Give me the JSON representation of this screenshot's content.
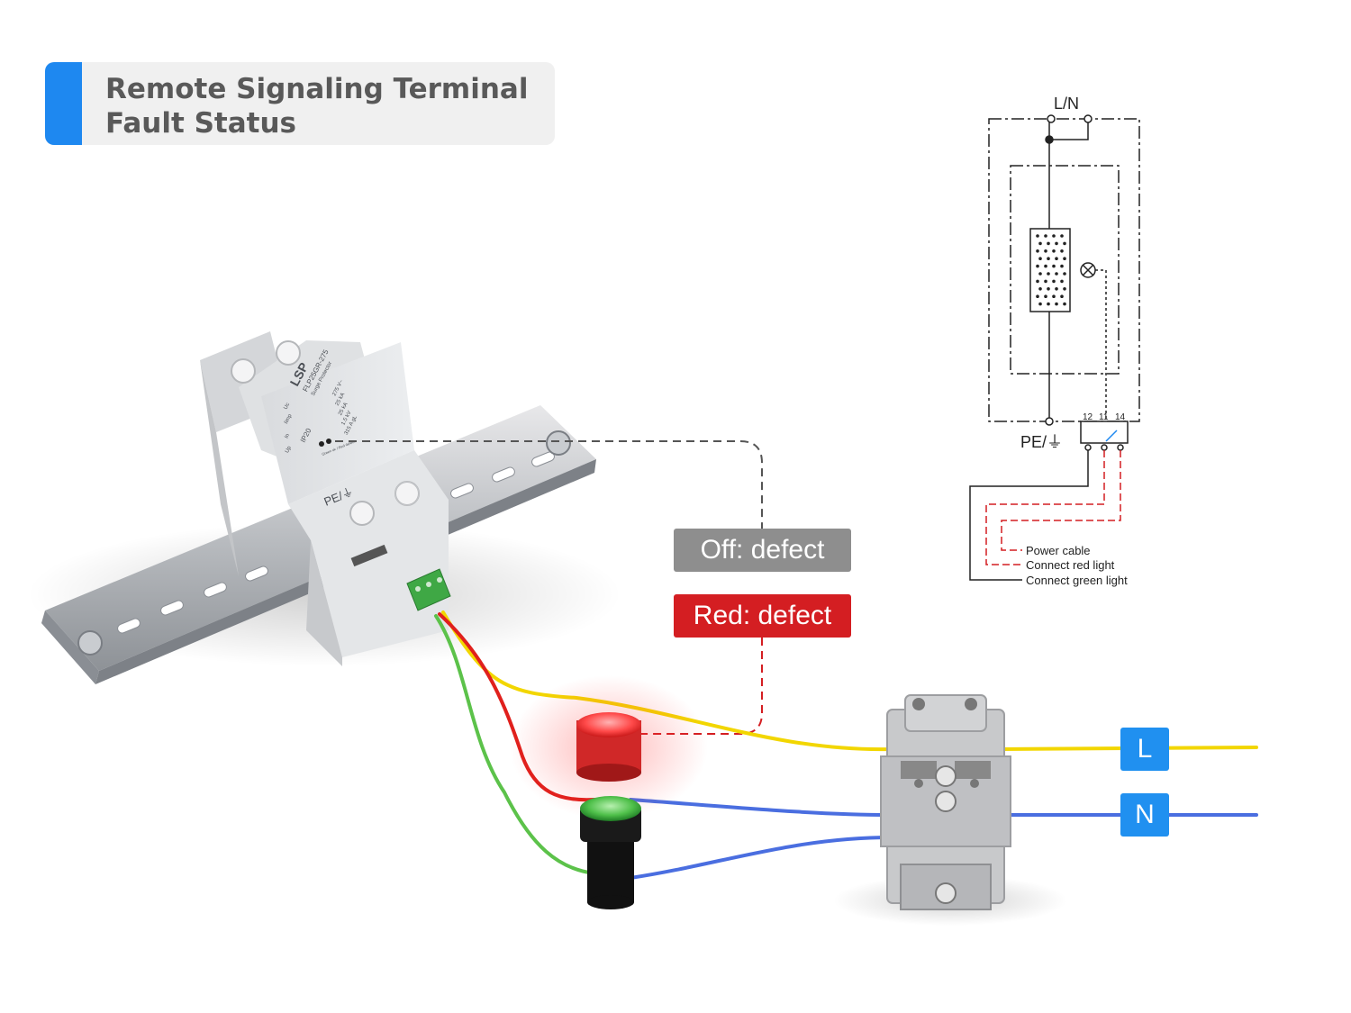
{
  "title": {
    "line1": "Remote Signaling Terminal",
    "line2": "Fault Status"
  },
  "status": {
    "off": "Off: defect",
    "red": "Red: defect"
  },
  "lines": {
    "l": "L",
    "n": "N"
  },
  "device": {
    "brand": "LSP",
    "model": "FLP25GR-275",
    "subtitle": "Surge Protector",
    "spec_keys": [
      "Uc",
      "Iimp",
      "In",
      "Up"
    ],
    "spec_values": [
      "275 V~",
      "25 kA",
      "25 kA",
      "1.5 kV",
      "315 A gL"
    ],
    "ip": "IP20",
    "pe": "PE/⏚",
    "indicator": "Green ok / Red defect"
  },
  "schematic": {
    "top_label": "L/N",
    "pe_label": "PE/⏚",
    "pins": [
      "12",
      "11",
      "14"
    ],
    "legend": [
      "Power cable",
      "Connect red light",
      "Connect green light"
    ]
  },
  "colors": {
    "accent": "#1e88f0",
    "badge_off": "#8e8e8e",
    "badge_red": "#d41e22",
    "wire_yellow": "#f2d600",
    "wire_red": "#e0201c",
    "wire_green": "#5cc24a",
    "wire_blue": "#4a6ee0",
    "terminal_green": "#3fa845"
  }
}
